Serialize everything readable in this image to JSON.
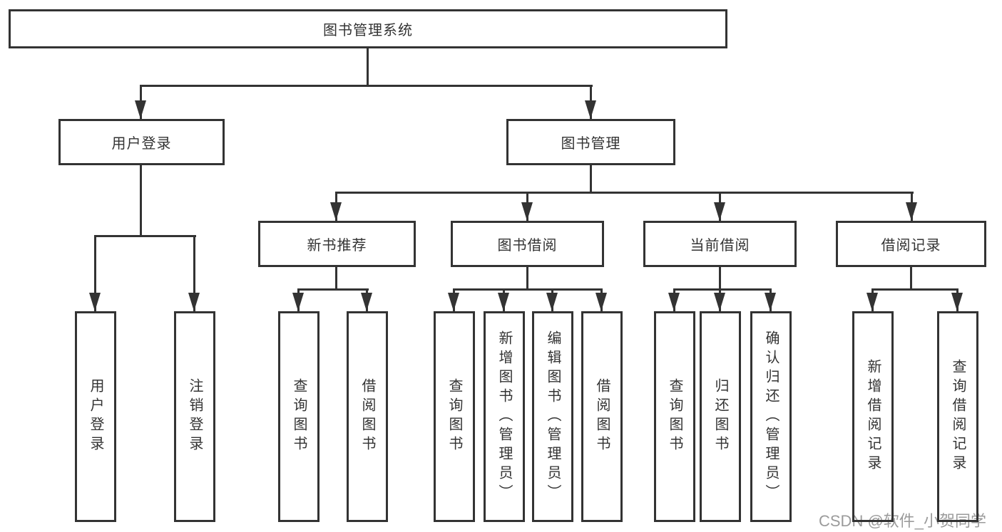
{
  "diagram": {
    "root": "图书管理系统",
    "branches": [
      {
        "label": "用户登录",
        "leaves": [
          "用户登录",
          "注销登录"
        ]
      },
      {
        "label": "图书管理",
        "groups": [
          {
            "label": "新书推荐",
            "leaves": [
              "查询图书",
              "借阅图书"
            ]
          },
          {
            "label": "图书借阅",
            "leaves": [
              "查询图书",
              "新增图书（管理员）",
              "编辑图书（管理员）",
              "借阅图书"
            ]
          },
          {
            "label": "当前借阅",
            "leaves": [
              "查询图书",
              "归还图书",
              "确认归还（管理员）"
            ]
          },
          {
            "label": "借阅记录",
            "leaves": [
              "新增借阅记录",
              "查询借阅记录"
            ]
          }
        ]
      }
    ]
  },
  "watermark": "CSDN @软件_小贺同学",
  "colors": {
    "line": "#333333",
    "text": "#333333",
    "watermark": "#9b9b9b",
    "background": "#ffffff"
  }
}
